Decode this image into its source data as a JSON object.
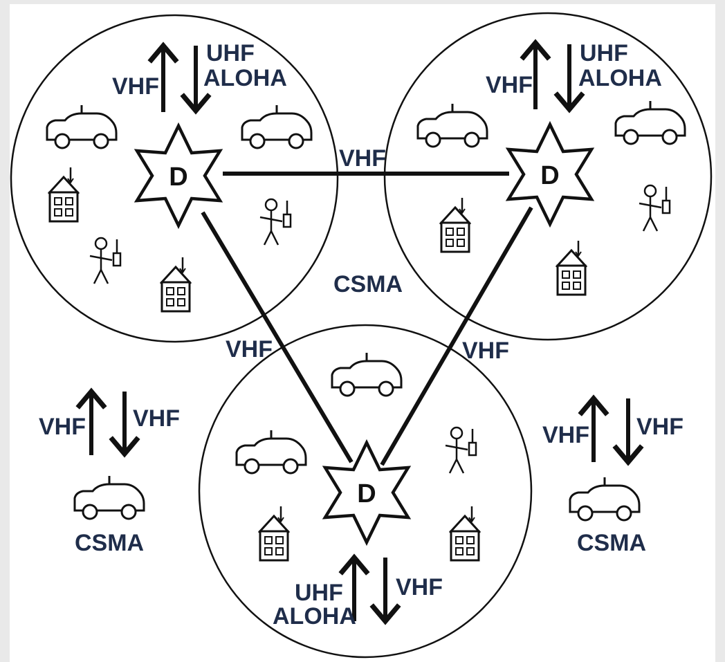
{
  "nodes": {
    "d_label": "D"
  },
  "labels": {
    "vhf": "VHF",
    "uhf": "UHF",
    "aloha": "ALOHA",
    "csma": "CSMA"
  }
}
